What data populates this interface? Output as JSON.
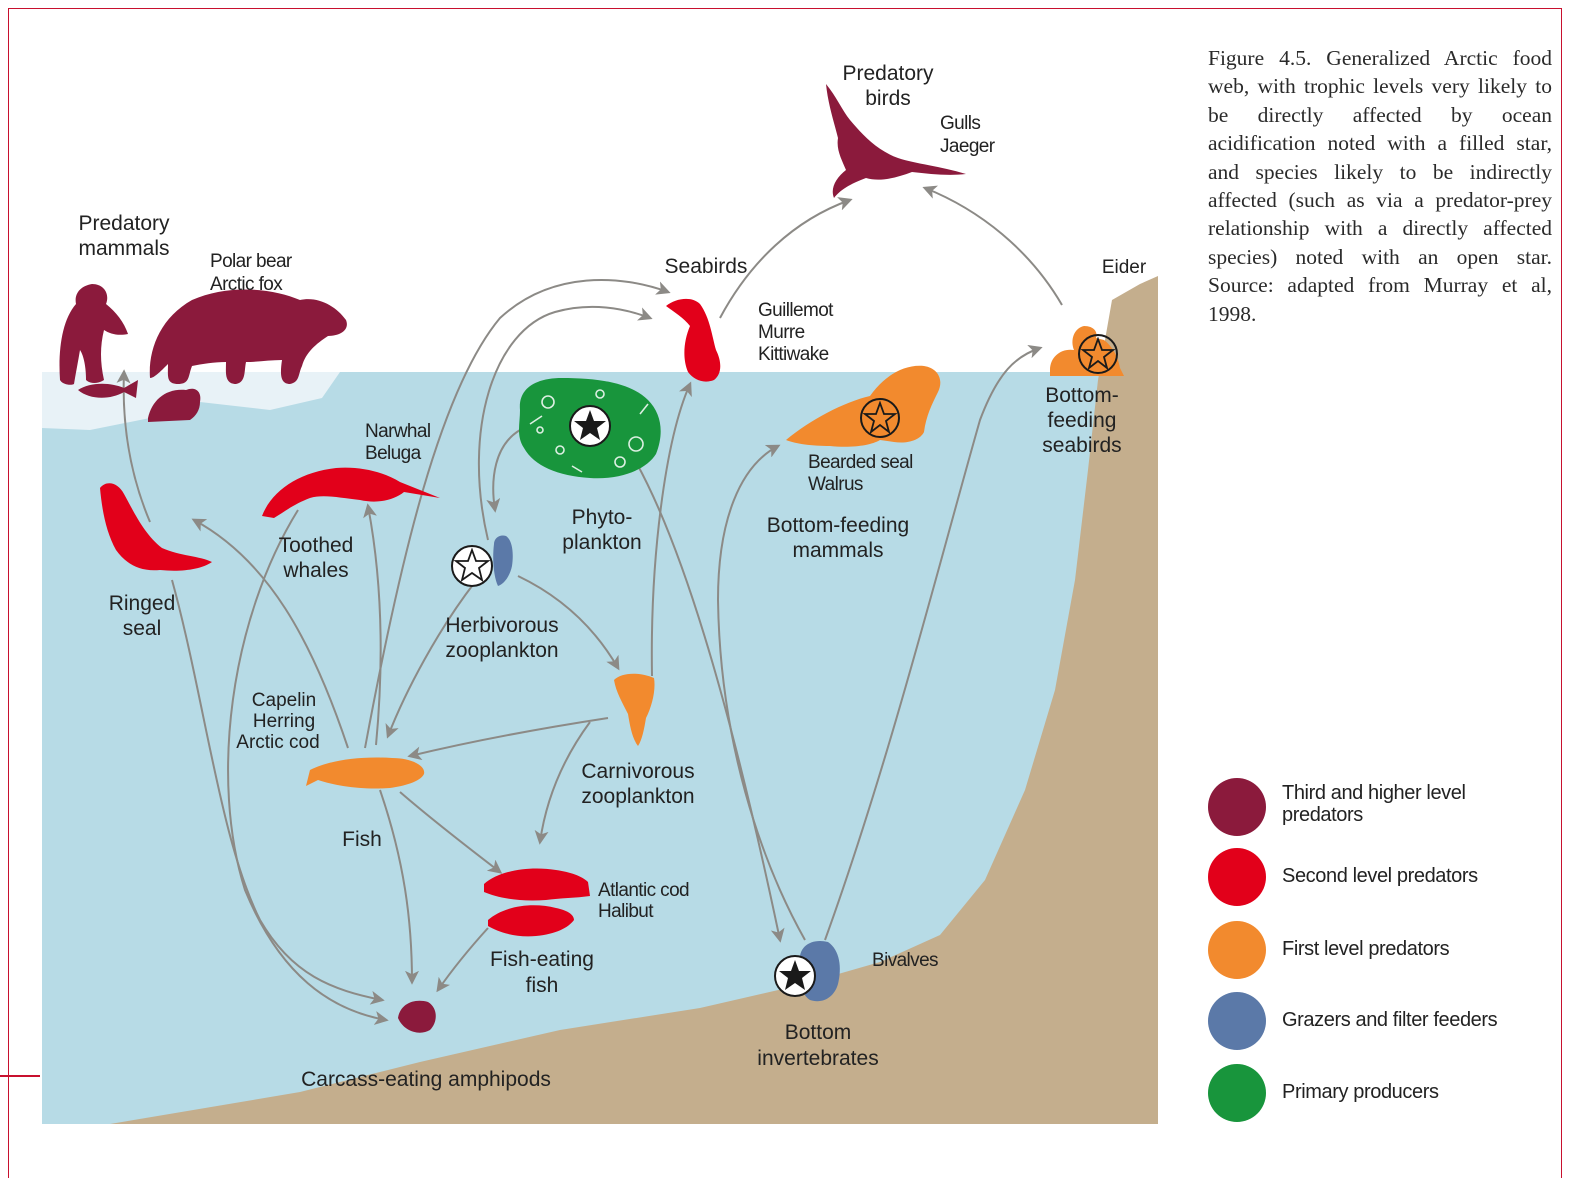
{
  "caption": "Figure 4.5. Generalized Arctic food web, with trophic levels very likely to be directly affected by ocean acidification noted with a filled star, and species likely to be indirectly affected (such as via a predator-prey relationship with a directly affected species) noted with an open star. Source: adapted from Murray et al, 1998.",
  "colors": {
    "third": "#8b1a3c",
    "second": "#e2001a",
    "first": "#f28a2e",
    "grazers": "#5b79a8",
    "primary": "#18953c",
    "water": "#b7dbe6",
    "seabed": "#c4ae8d",
    "ice": "#e8f2f7",
    "arrow": "#8c8a86"
  },
  "nodes": {
    "predatory_birds": {
      "label": [
        "Predatory",
        "birds"
      ],
      "species": [
        "Gulls",
        "Jaeger"
      ]
    },
    "predatory_mammals": {
      "label": [
        "Predatory",
        "mammals"
      ],
      "species": [
        "Polar bear",
        "Arctic fox"
      ]
    },
    "seabirds": {
      "label": [
        "Seabirds"
      ],
      "species": [
        "Guillemot",
        "Murre",
        "Kittiwake"
      ]
    },
    "eider": {
      "label": [
        "Eider"
      ]
    },
    "bottom_feeding_seabirds": {
      "label": [
        "Bottom-",
        "feeding",
        "seabirds"
      ]
    },
    "toothed_whales": {
      "label": [
        "Toothed",
        "whales"
      ],
      "species": [
        "Narwhal",
        "Beluga"
      ]
    },
    "ringed_seal": {
      "label": [
        "Ringed",
        "seal"
      ]
    },
    "phytoplankton": {
      "label": [
        "Phyto-",
        "plankton"
      ]
    },
    "herbivorous_zooplankton": {
      "label": [
        "Herbivorous",
        "zooplankton"
      ]
    },
    "bottom_feeding_mammals": {
      "label": [
        "Bottom-feeding",
        "mammals"
      ],
      "species": [
        "Bearded seal",
        "Walrus"
      ]
    },
    "fish": {
      "label": [
        "Fish"
      ],
      "species": [
        "Capelin",
        "Herring",
        "Arctic cod"
      ]
    },
    "carnivorous_zooplankton": {
      "label": [
        "Carnivorous",
        "zooplankton"
      ]
    },
    "fish_eating_fish": {
      "label": [
        "Fish-eating",
        "fish"
      ],
      "species": [
        "Atlantic cod",
        "Halibut"
      ]
    },
    "bottom_invertebrates": {
      "label": [
        "Bottom",
        "invertebrates"
      ],
      "species": [
        "Bivalves"
      ]
    },
    "carcass_eating_amphipods": {
      "label": [
        "Carcass-eating amphipods"
      ]
    }
  },
  "legend": [
    {
      "label": [
        "Third and higher level",
        "predators"
      ],
      "color": "#8b1a3c"
    },
    {
      "label": [
        "Second level predators"
      ],
      "color": "#e2001a"
    },
    {
      "label": [
        "First level predators"
      ],
      "color": "#f28a2e"
    },
    {
      "label": [
        "Grazers and filter feeders"
      ],
      "color": "#5b79a8"
    },
    {
      "label": [
        "Primary producers"
      ],
      "color": "#18953c"
    }
  ]
}
